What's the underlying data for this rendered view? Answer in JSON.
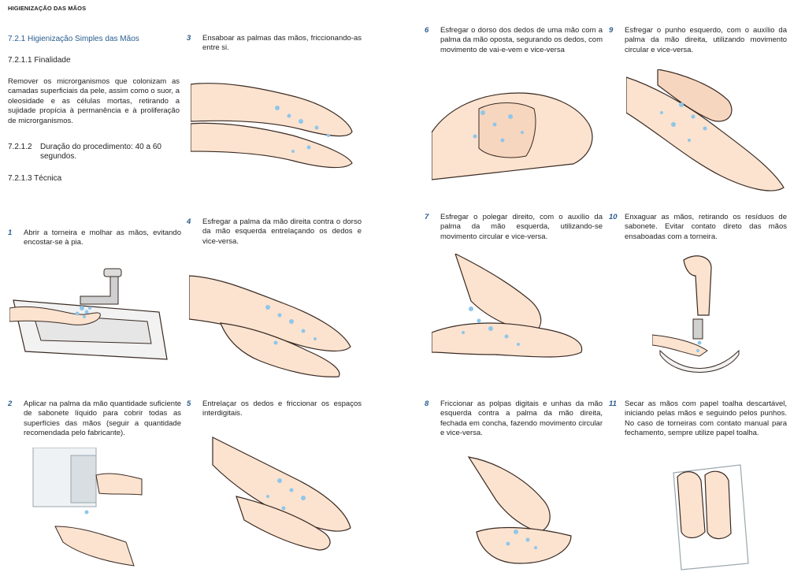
{
  "header": "HIGIENIZAÇÃO DAS MÃOS",
  "section": {
    "title": "7.2.1  Higienização Simples das Mãos",
    "finalidade": "7.2.1.1   Finalidade",
    "finalidade_text": "Remover os microrganismos que colonizam as camadas superficiais da pele, assim como o suor, a oleosidade e as células mortas, retirando a sujidade propícia à permanência e à proliferação de microrganismos.",
    "duracao_label": "7.2.1.2",
    "duracao_text": "Duração do procedimento: 40 a 60 segundos.",
    "tecnica": "7.2.1.3   Técnica"
  },
  "steps": [
    {
      "num": "1",
      "text": "Abrir a torneira e molhar as mãos, evitando encostar-se à pia."
    },
    {
      "num": "2",
      "text": "Aplicar na palma da mão quantidade suficiente de sabonete líquido para cobrir todas as superfícies das mãos (seguir a quantidade recomendada pelo fabricante)."
    },
    {
      "num": "3",
      "text": "Ensaboar as palmas das mãos, friccionando-as entre si."
    },
    {
      "num": "4",
      "text": "Esfregar a palma da mão direita contra o dorso da mão esquerda entrelaçando os dedos e vice-versa."
    },
    {
      "num": "5",
      "text": "Entrelaçar os dedos e friccionar os espaços interdigitais."
    },
    {
      "num": "6",
      "text": "Esfregar o dorso dos dedos de uma mão com a palma da mão oposta, segurando os dedos, com movimento de vai-e-vem e vice-versa"
    },
    {
      "num": "7",
      "text": "Esfregar o polegar direito, com o auxílio da palma da mão esquerda, utilizando-se movimento circular e vice-versa."
    },
    {
      "num": "8",
      "text": "Friccionar as polpas digitais e unhas da mão esquerda contra a palma da mão direita, fechada em concha, fazendo movimento circular e vice-versa."
    },
    {
      "num": "9",
      "text": "Esfregar o punho esquerdo, com o auxílio da palma da mão direita, utilizando movimento circular e vice-versa."
    },
    {
      "num": "10",
      "text": "Enxaguar as mãos, retirando os resíduos de sabonete. Evitar contato direto das mãos ensaboadas com a torneira."
    },
    {
      "num": "11",
      "text": "Secar as mãos com papel toalha descartável, iniciando pelas mãos e seguindo pelos punhos. No caso de torneiras com contato manual para fechamento, sempre utilize papel toalha."
    }
  ],
  "colors": {
    "accent": "#2a5d8f",
    "skin": "#fbe3d0",
    "skin_outline": "#3a2a22",
    "foam": "#8fc6ea",
    "sink": "#f2f2f2"
  },
  "illustrations": [
    "sink-faucet-hands",
    "soap-dispenser-hand",
    "palms-rubbing",
    "palm-over-dorsum",
    "interlaced-fingers",
    "dorsum-fingers",
    "thumb-rotation",
    "fingertips-in-palm",
    "wrist-rubbing",
    "rinse-hands",
    "dry-paper-towel"
  ]
}
